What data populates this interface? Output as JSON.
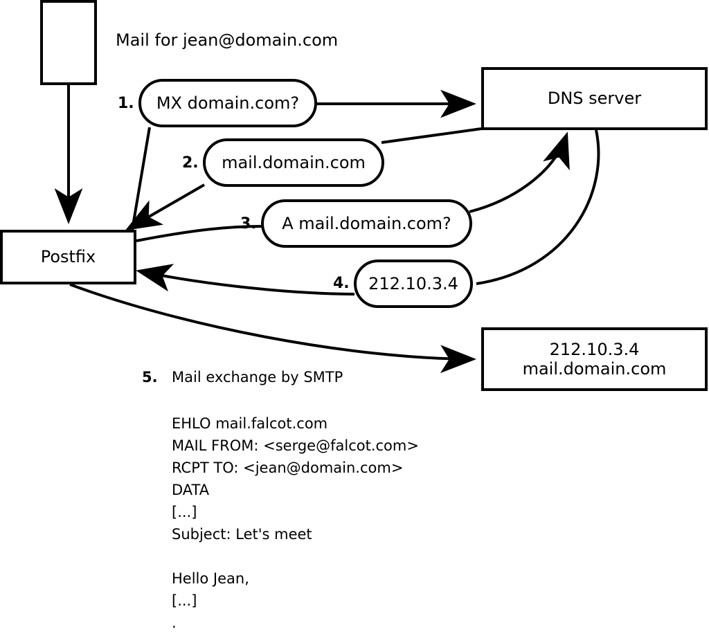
{
  "diagram": {
    "title": "Mail for jean@domain.com",
    "nodes": {
      "sender": {
        "label": "",
        "name": "sender-box"
      },
      "postfix": {
        "label": "Postfix"
      },
      "dns_server": {
        "label": "DNS server"
      },
      "mail_server": {
        "line1": "212.10.3.4",
        "line2": "mail.domain.com"
      }
    },
    "steps": [
      {
        "number": "1.",
        "text": "MX domain.com?"
      },
      {
        "number": "2.",
        "text": "mail.domain.com"
      },
      {
        "number": "3.",
        "text": "A mail.domain.com?"
      },
      {
        "number": "4.",
        "text": "212.10.3.4"
      }
    ],
    "smtp": {
      "number": "5.",
      "caption": "Mail exchange by SMTP",
      "transcript": [
        "EHLO mail.falcot.com",
        "MAIL FROM: <serge@falcot.com>",
        "RCPT TO: <jean@domain.com>",
        "DATA",
        "[...]",
        "Subject: Let's meet",
        "",
        "Hello Jean,",
        "[...]",
        "."
      ]
    },
    "colors": {
      "stroke": "#000000",
      "fill": "#ffffff",
      "text": "#000000"
    }
  }
}
